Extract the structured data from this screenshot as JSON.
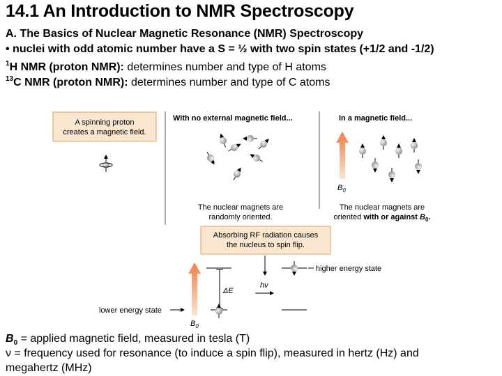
{
  "slide": {
    "title": "14.1 An Introduction to NMR Spectroscopy",
    "subtitle": "A. The Basics of Nuclear Magnetic Resonance (NMR) Spectroscopy",
    "bullet": "• nuclei with odd atomic number have a S = ½ with two spin states (+1/2 and -1/2)",
    "h_nmr": {
      "sup": "1",
      "label": "H NMR (proton NMR):",
      "text": " determines number and type of H atoms"
    },
    "c_nmr": {
      "sup": "13",
      "label": "C NMR (proton NMR):",
      "text": " determines number and type of C atoms"
    }
  },
  "figure": {
    "spin_box_line1": "A spinning proton",
    "spin_box_line2": "creates a magnetic field.",
    "no_field_title": "With no external magnetic field...",
    "in_field_title": "In a magnetic field...",
    "random_line1": "The nuclear magnets are",
    "random_line2": "randomly oriented.",
    "oriented_line1": "The nuclear magnets are",
    "oriented_line2_prefix": "oriented ",
    "oriented_line2_bold": "with or against ",
    "oriented_b": "B",
    "oriented_sub": "0",
    "oriented_end": ".",
    "b0": "B",
    "b0_sub": "0",
    "rf_box_line1": "Absorbing RF radiation causes",
    "rf_box_line2": "the nucleus to spin flip.",
    "higher_state": "higher energy state",
    "lower_state": "lower energy state",
    "delta_e": "ΔE",
    "hv": "hν",
    "colors": {
      "box_fill": "#fbe6cf",
      "box_border": "#e0a06a",
      "arrow": "#f08a50",
      "sphere": "#b8b8b8"
    }
  },
  "footer": {
    "b0_sym": "B",
    "b0_sub": "0",
    "b0_text": " = applied magnetic field, measured in tesla (T)",
    "nu_line1": "ν = frequency used for resonance (to induce a spin flip), measured in hertz (Hz) and",
    "nu_line2": "megahertz (MHz)"
  }
}
